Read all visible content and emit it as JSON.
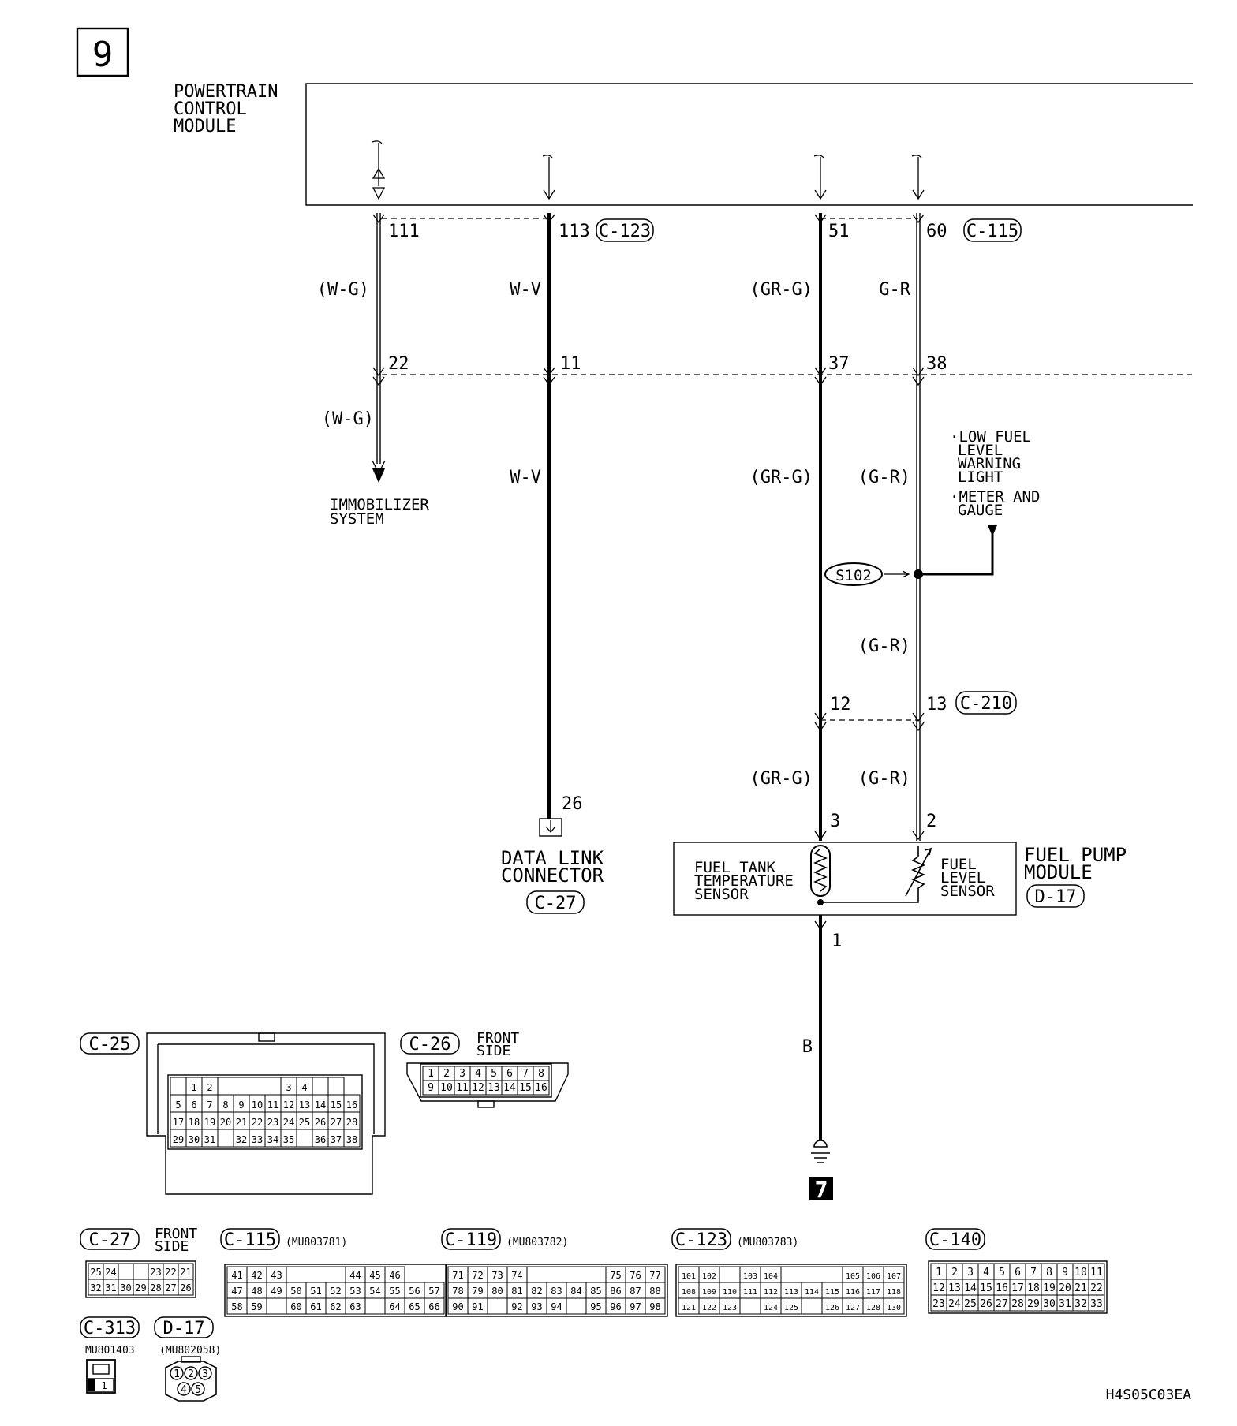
{
  "page": {
    "page_number": "9",
    "ground_number": "7",
    "doc_code": "H4S05C03EA"
  },
  "pcm": {
    "title_line1": "POWERTRAIN",
    "title_line2": "CONTROL",
    "title_line3": "MODULE"
  },
  "pins": {
    "p111": "111",
    "p113": "113",
    "c123": "C-123",
    "p51": "51",
    "p60": "60",
    "c115": "C-115",
    "p22": "22",
    "p11": "11",
    "p37": "37",
    "p38": "38",
    "p12": "12",
    "p13": "13",
    "c210": "C-210",
    "p26": "26",
    "p3": "3",
    "p2": "2",
    "p1": "1"
  },
  "wires": {
    "wg1": "(W-G)",
    "wv1": "W-V",
    "grg1": "(GR-G)",
    "gr1": "G-R",
    "wg2": "(W-G)",
    "wv2": "W-V",
    "grg2": "(GR-G)",
    "gr2": "(G-R)",
    "gr3": "(G-R)",
    "grg3": "(GR-G)",
    "gr4": "(G-R)",
    "b": "B"
  },
  "components": {
    "immobilizer_line1": "IMMOBILIZER",
    "immobilizer_line2": "SYSTEM",
    "dlc_line1": "DATA LINK",
    "dlc_line2": "CONNECTOR",
    "dlc_conn": "C-27",
    "lowfuel_line1": "·LOW FUEL",
    "lowfuel_line2": "LEVEL",
    "lowfuel_line3": "WARNING",
    "lowfuel_line4": "LIGHT",
    "meter_line1": "·METER AND",
    "meter_line2": "GAUGE",
    "splice": "S102",
    "fpm_line1": "FUEL PUMP",
    "fpm_line2": "MODULE",
    "fpm_conn": "D-17",
    "tts_line1": "FUEL TANK",
    "tts_line2": "TEMPERATURE",
    "tts_line3": "SENSOR",
    "fls_line1": "FUEL",
    "fls_line2": "LEVEL",
    "fls_line3": "SENSOR"
  },
  "connectors": {
    "c25": {
      "label": "C-25"
    },
    "c26": {
      "label": "C-26",
      "side_line1": "FRONT",
      "side_line2": "SIDE"
    },
    "c27": {
      "label": "C-27",
      "side_line1": "FRONT",
      "side_line2": "SIDE"
    },
    "c115": {
      "label": "C-115",
      "part": "(MU803781)"
    },
    "c119": {
      "label": "C-119",
      "part": "(MU803782)"
    },
    "c123": {
      "label": "C-123",
      "part": "(MU803783)"
    },
    "c140": {
      "label": "C-140"
    },
    "c313": {
      "label": "C-313",
      "part": "MU801403",
      "pin": "1"
    },
    "d17": {
      "label": "D-17",
      "part": "(MU802058)"
    }
  }
}
